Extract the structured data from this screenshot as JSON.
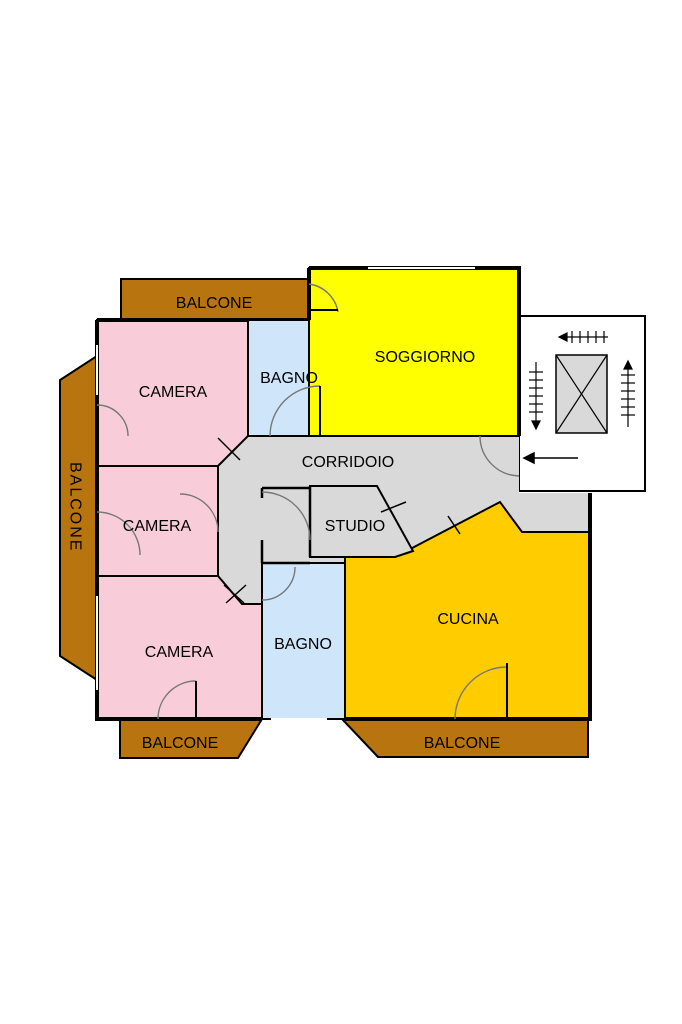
{
  "colors": {
    "balcony": "#b8740e",
    "bedroom": "#f8cdd9",
    "bathroom": "#cfe5fa",
    "living": "#ffff00",
    "kitchen": "#ffcc00",
    "corridor": "#d9d9d9",
    "stairwell": "#d9d9d9",
    "wall": "#000000"
  },
  "icons": [
    "door-arc-icon",
    "stair-arrow-icon",
    "elevator-cross-icon",
    "entrance-arrow-icon"
  ],
  "labels": {
    "balcone_top": "BALCONE",
    "balcone_left": "BALCONE",
    "balcone_bottom_left": "BALCONE",
    "balcone_bottom_right": "BALCONE",
    "camera_1": "CAMERA",
    "camera_2": "CAMERA",
    "camera_3": "CAMERA",
    "bagno_1": "BAGNO",
    "bagno_2": "BAGNO",
    "soggiorno": "SOGGIORNO",
    "corridoio": "CORRIDOIO",
    "studio": "STUDIO",
    "cucina": "CUCINA"
  }
}
